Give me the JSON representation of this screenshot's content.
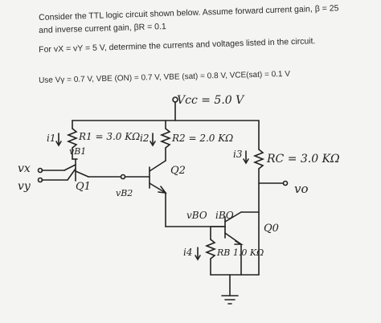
{
  "problem": {
    "line1": "Consider the TTL logic circuit shown below. Assume forward current gain, β = 25",
    "line2": "and inverse current gain, βR = 0.1",
    "line3": "For vX = vY = 5 V, determine the currents and voltages listed in the circuit.",
    "line4": "Use Vγ = 0.7 V, VBE (ON) = 0.7 V, VBE (sat) = 0.8 V, VCE(sat) = 0.1 V"
  },
  "circuit": {
    "vcc_label": "Vcc = 5.0 V",
    "r1_label": "R1 = 3.0 KΩ",
    "r2_label": "R2 = 2.0 KΩ",
    "rc_label": "RC = 3.0 KΩ",
    "rb_label": "RB 1.0 KΩ",
    "i1_label": "i1",
    "i2_label": "i2",
    "i3_label": "i3",
    "i4_label": "i4",
    "vb1_label": "vB1",
    "vb2_label": "vB2",
    "vbo_label": "vBO",
    "ibo_label": "iBO",
    "vx_label": "vx",
    "vy_label": "vy",
    "vo_label": "vo",
    "q1_label": "Q1",
    "q2_label": "Q2",
    "q0_label": "Q0"
  }
}
